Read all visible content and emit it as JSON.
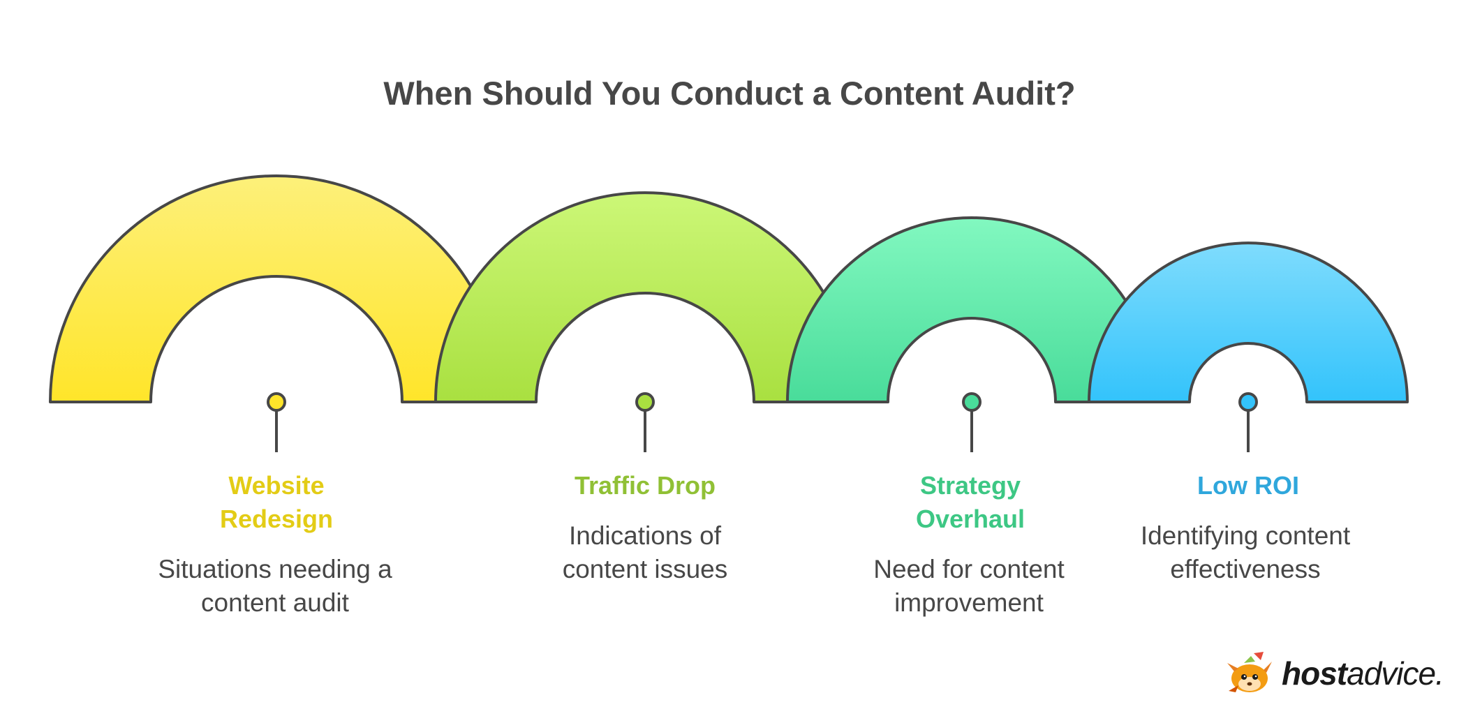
{
  "title": "When Should You Conduct a Content Audit?",
  "items": [
    {
      "label_lines": [
        "Website",
        "Redesign"
      ],
      "desc_lines": [
        "Situations needing a",
        "content audit"
      ],
      "color": "#e3cc16",
      "fill_top": "#fdf07a",
      "fill_bottom": "#ffe52a"
    },
    {
      "label_lines": [
        "Traffic Drop"
      ],
      "desc_lines": [
        "Indications of",
        "content issues"
      ],
      "color": "#90c035",
      "fill_top": "#ccf777",
      "fill_bottom": "#a9e040"
    },
    {
      "label_lines": [
        "Strategy",
        "Overhaul"
      ],
      "desc_lines": [
        "Need for content",
        "improvement"
      ],
      "color": "#3dc784",
      "fill_top": "#82f8c0",
      "fill_bottom": "#49dc9a"
    },
    {
      "label_lines": [
        "Low ROI"
      ],
      "desc_lines": [
        "Identifying content",
        "effectiveness"
      ],
      "color": "#2fa7dc",
      "fill_top": "#7fdcfd",
      "fill_bottom": "#33c3fb"
    }
  ],
  "brand": {
    "bold": "host",
    "light": "advice."
  },
  "logo_icon": "fox-mascot-icon"
}
